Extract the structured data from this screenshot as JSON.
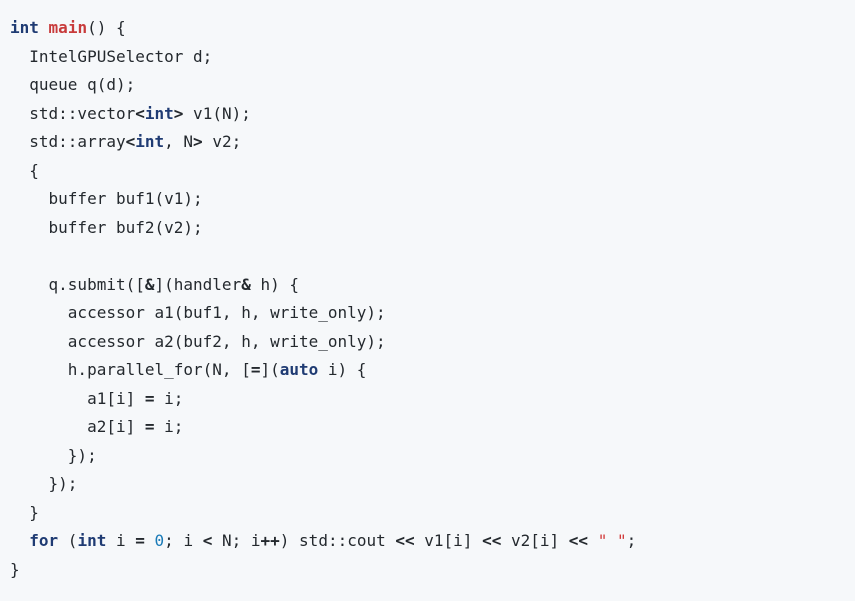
{
  "code": {
    "language": "cpp",
    "colors": {
      "background": "#f6f8fa",
      "keyword": "#1f3b73",
      "function_name": "#c83b3b",
      "number": "#1a7bb8",
      "string": "#d23b3b",
      "text": "#24292e"
    },
    "lines": [
      [
        {
          "t": "kw",
          "v": "int"
        },
        {
          "t": "pl",
          "v": " "
        },
        {
          "t": "fn",
          "v": "main"
        },
        {
          "t": "pl",
          "v": "() {"
        }
      ],
      [
        {
          "t": "pl",
          "v": "  IntelGPUSelector d;"
        }
      ],
      [
        {
          "t": "pl",
          "v": "  queue q(d);"
        }
      ],
      [
        {
          "t": "pl",
          "v": "  std::vector"
        },
        {
          "t": "op",
          "v": "<"
        },
        {
          "t": "kw",
          "v": "int"
        },
        {
          "t": "op",
          "v": ">"
        },
        {
          "t": "pl",
          "v": " v1(N);"
        }
      ],
      [
        {
          "t": "pl",
          "v": "  std::array"
        },
        {
          "t": "op",
          "v": "<"
        },
        {
          "t": "kw",
          "v": "int"
        },
        {
          "t": "pl",
          "v": ", N"
        },
        {
          "t": "op",
          "v": ">"
        },
        {
          "t": "pl",
          "v": " v2;"
        }
      ],
      [
        {
          "t": "pl",
          "v": "  {"
        }
      ],
      [
        {
          "t": "pl",
          "v": "    buffer buf1(v1);"
        }
      ],
      [
        {
          "t": "pl",
          "v": "    buffer buf2(v2);"
        }
      ],
      [
        {
          "t": "pl",
          "v": ""
        }
      ],
      [
        {
          "t": "pl",
          "v": "    q.submit(["
        },
        {
          "t": "op",
          "v": "&"
        },
        {
          "t": "pl",
          "v": "](handler"
        },
        {
          "t": "op",
          "v": "&"
        },
        {
          "t": "pl",
          "v": " h) {"
        }
      ],
      [
        {
          "t": "pl",
          "v": "      accessor a1(buf1, h, write_only);"
        }
      ],
      [
        {
          "t": "pl",
          "v": "      accessor a2(buf2, h, write_only);"
        }
      ],
      [
        {
          "t": "pl",
          "v": "      h.parallel_for(N, ["
        },
        {
          "t": "op",
          "v": "="
        },
        {
          "t": "pl",
          "v": "]("
        },
        {
          "t": "kw",
          "v": "auto"
        },
        {
          "t": "pl",
          "v": " i) {"
        }
      ],
      [
        {
          "t": "pl",
          "v": "        a1[i] "
        },
        {
          "t": "op",
          "v": "="
        },
        {
          "t": "pl",
          "v": " i;"
        }
      ],
      [
        {
          "t": "pl",
          "v": "        a2[i] "
        },
        {
          "t": "op",
          "v": "="
        },
        {
          "t": "pl",
          "v": " i;"
        }
      ],
      [
        {
          "t": "pl",
          "v": "      });"
        }
      ],
      [
        {
          "t": "pl",
          "v": "    });"
        }
      ],
      [
        {
          "t": "pl",
          "v": "  }"
        }
      ],
      [
        {
          "t": "pl",
          "v": "  "
        },
        {
          "t": "kw",
          "v": "for"
        },
        {
          "t": "pl",
          "v": " ("
        },
        {
          "t": "kw",
          "v": "int"
        },
        {
          "t": "pl",
          "v": " i "
        },
        {
          "t": "op",
          "v": "="
        },
        {
          "t": "pl",
          "v": " "
        },
        {
          "t": "num",
          "v": "0"
        },
        {
          "t": "pl",
          "v": "; i "
        },
        {
          "t": "op",
          "v": "<"
        },
        {
          "t": "pl",
          "v": " N; i"
        },
        {
          "t": "op",
          "v": "++"
        },
        {
          "t": "pl",
          "v": ") std::cout "
        },
        {
          "t": "op",
          "v": "<<"
        },
        {
          "t": "pl",
          "v": " v1[i] "
        },
        {
          "t": "op",
          "v": "<<"
        },
        {
          "t": "pl",
          "v": " v2[i] "
        },
        {
          "t": "op",
          "v": "<<"
        },
        {
          "t": "pl",
          "v": " "
        },
        {
          "t": "str",
          "v": "\" \""
        },
        {
          "t": "pl",
          "v": ";"
        }
      ],
      [
        {
          "t": "pl",
          "v": "}"
        }
      ]
    ]
  }
}
